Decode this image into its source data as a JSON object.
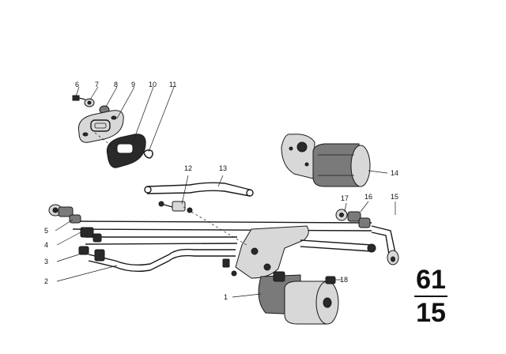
{
  "callouts": {
    "n1": "1",
    "n2": "2",
    "n3": "3",
    "n4": "4",
    "n5": "5",
    "n6": "6",
    "n7": "7",
    "n8": "8",
    "n9": "9",
    "n10": "10",
    "n11": "11",
    "n12": "12",
    "n13": "13",
    "n14": "14",
    "n15": "15",
    "n16": "16",
    "n17": "17",
    "n18": "18"
  },
  "group_code": {
    "top": "61",
    "bottom": "15"
  }
}
